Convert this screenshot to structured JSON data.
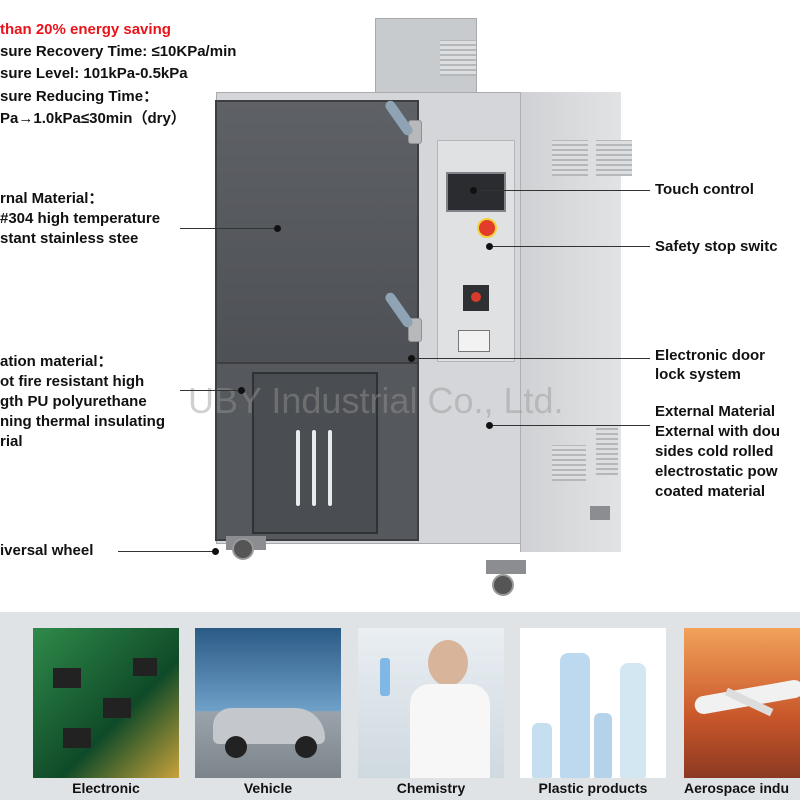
{
  "left_specs": {
    "energy": "than 20% energy saving",
    "recovery": "sure Recovery Time: ≤10KPa/min",
    "level": "sure Level: 101kPa-0.5kPa",
    "reducing_title": "sure Reducing Time：",
    "reducing_value": "Pa→1.0kPa≤30min（dry）"
  },
  "internal_material": {
    "title": "rnal Material：",
    "line1": "#304 high temperature",
    "line2": "stant stainless stee"
  },
  "insulation_material": {
    "title": "ation material：",
    "line1": "ot fire resistant high",
    "line2": "gth PU polyurethane",
    "line3": "ning thermal insulating",
    "line4": "rial"
  },
  "universal_wheel": "iversal wheel",
  "right_labels": {
    "touch_control": "Touch control",
    "safety_stop": "Safety stop switc",
    "door_lock_1": "Electronic door",
    "door_lock_2": "lock system",
    "external_title": "External Material",
    "external_1": "External with dou",
    "external_2": "sides cold rolled",
    "external_3": "electrostatic pow",
    "external_4": "coated material"
  },
  "watermark": "UBY Industrial Co., Ltd.",
  "applications": [
    {
      "label": "Electronic",
      "icon": "circuit-board-image"
    },
    {
      "label": "Vehicle",
      "icon": "car-image"
    },
    {
      "label": "Chemistry",
      "icon": "scientist-image"
    },
    {
      "label": "Plastic products",
      "icon": "bottles-image"
    },
    {
      "label": "Aerospace indu",
      "icon": "airplane-image"
    }
  ],
  "colors": {
    "accent_red": "#e8141a",
    "machine_gray": "#d4d6d9",
    "door_dark": "#55585c",
    "band_bg": "#dfe3e6"
  }
}
